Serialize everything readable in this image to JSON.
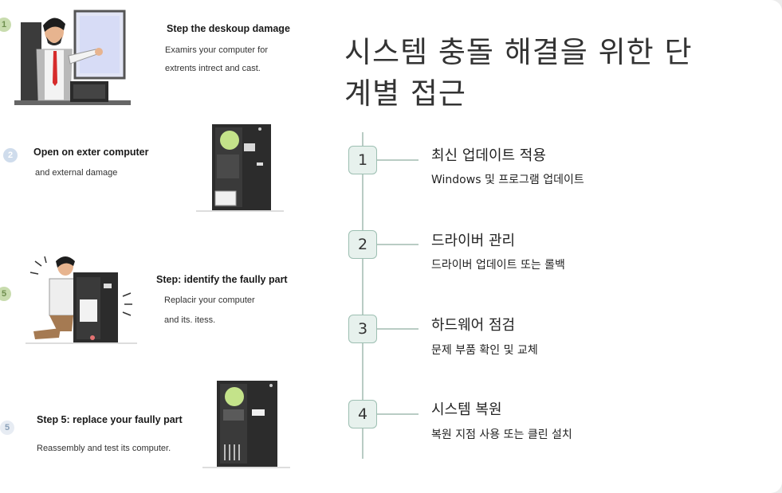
{
  "left_steps": [
    {
      "number": "1",
      "title": "Step the deskoup damage",
      "desc_line1": "Examirs your computer for",
      "desc_line2": "extrents intrect and cast."
    },
    {
      "number": "2",
      "title": "Open on exter computer",
      "desc_line1": "and external damage"
    },
    {
      "number": "5",
      "title": "Step: identify the faully part",
      "desc_line1": "Replacir your computer",
      "desc_line2": "and its. itess."
    },
    {
      "number": "5",
      "title": "Step 5:  replace your faully part",
      "desc_line1": "Reassembly and test its computer."
    }
  ],
  "main": {
    "title_line1": "시스템 충돌 해결을 위한 단",
    "title_line2": "계별 접근",
    "steps": [
      {
        "number": "1",
        "title": "최신 업데이트 적용",
        "desc": "Windows 및 프로그램 업데이트"
      },
      {
        "number": "2",
        "title": "드라이버 관리",
        "desc": "드라이버 업데이트 또는 롤백"
      },
      {
        "number": "3",
        "title": "하드웨어 점검",
        "desc": "문제 부품 확인 및 교체"
      },
      {
        "number": "4",
        "title": "시스템 복원",
        "desc": "복원 지점 사용 또는 클린 설치"
      }
    ]
  },
  "colors": {
    "accent": "#b9ccc4",
    "box_fill": "#e7f1ed",
    "bubble_green": "#c8dcae",
    "bubble_blue": "#cfdcec"
  },
  "icons": [
    "man-presenting-illustration",
    "pc-tower-illustration",
    "man-repairing-pc-illustration",
    "pc-tower-illustration"
  ]
}
